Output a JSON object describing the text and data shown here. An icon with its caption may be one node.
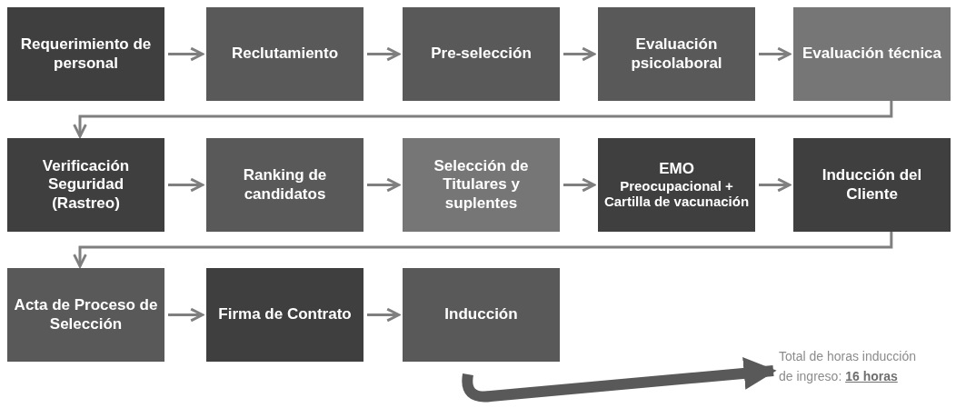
{
  "diagram": {
    "nodes": [
      {
        "text": [
          "Requerimiento de personal"
        ]
      },
      {
        "text": [
          "Reclutamiento"
        ]
      },
      {
        "text": [
          "Pre-selección"
        ]
      },
      {
        "text": [
          "Evaluación psicolaboral"
        ]
      },
      {
        "text": [
          "Evaluación técnica"
        ]
      },
      {
        "text": [
          "Verificación Seguridad (Rastreo)"
        ]
      },
      {
        "text": [
          "Ranking de candidatos"
        ]
      },
      {
        "text": [
          "Selección de Titulares y suplentes"
        ]
      },
      {
        "text": [
          "EMO",
          "Preocupacional + Cartilla de vacunación"
        ]
      },
      {
        "text": [
          "Inducción del Cliente"
        ]
      },
      {
        "text": [
          "Acta de Proceso de Selección"
        ]
      },
      {
        "text": [
          "Firma de Contrato"
        ]
      },
      {
        "text": [
          "Inducción"
        ]
      },
      {
        "text": [
          "Total de horas inducción de ingreso: **16 horas**"
        ]
      }
    ],
    "edges": [
      {
        "from": 0,
        "to": 1,
        "arrow": "to"
      },
      {
        "from": 1,
        "to": 2,
        "arrow": "to"
      },
      {
        "from": 2,
        "to": 3,
        "arrow": "to"
      },
      {
        "from": 3,
        "to": 4,
        "arrow": "to"
      },
      {
        "from": 4,
        "to": 5,
        "arrow": "to"
      },
      {
        "from": 5,
        "to": 6,
        "arrow": "to"
      },
      {
        "from": 6,
        "to": 7,
        "arrow": "to"
      },
      {
        "from": 7,
        "to": 8,
        "arrow": "to"
      },
      {
        "from": 8,
        "to": 9,
        "arrow": "to"
      },
      {
        "from": 9,
        "to": 10,
        "arrow": "to"
      },
      {
        "from": 10,
        "to": 11,
        "arrow": "to"
      },
      {
        "from": 11,
        "to": 12,
        "arrow": "to"
      },
      {
        "from": null,
        "to": 13,
        "arrow": "to",
        "style": "thick",
        "color": "#595959"
      }
    ]
  }
}
